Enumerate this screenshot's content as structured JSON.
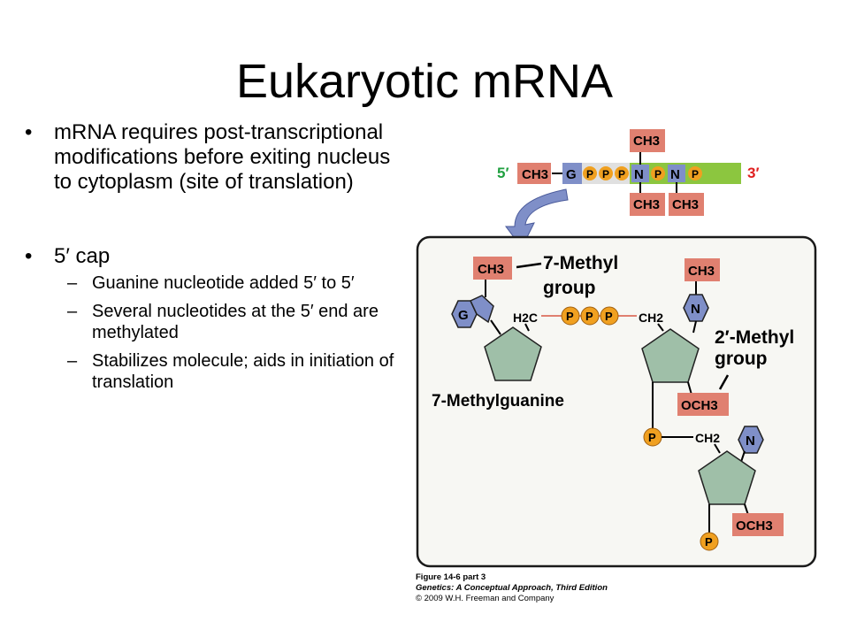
{
  "slide": {
    "title": "Eukaryotic mRNA",
    "bullets": [
      {
        "marker": "•",
        "text": "mRNA requires post-transcriptional modifications before exiting nucleus to cytoplasm (site of translation)"
      },
      {
        "marker": "•",
        "text": "5′ cap",
        "sub": [
          "Guanine nucleotide added 5′ to 5′",
          "Several nucleotides at the 5′ end are methylated",
          "Stabilizes molecule; aids in initiation of translation"
        ]
      }
    ],
    "sub_marker": "–"
  },
  "figure": {
    "strip": {
      "five_prime": "5′",
      "three_prime": "3′",
      "ch3": "CH3",
      "g": "G",
      "p": "P",
      "n": "N"
    },
    "labels": {
      "methyl_group_7_line1": "7-Methyl",
      "methyl_group_7_line2": "group",
      "methyl_group_2_line1": "2′-Methyl",
      "methyl_group_2_line2": "group",
      "methylguanine": "7-Methylguanine",
      "h2c": "H2C",
      "ch2": "CH2",
      "och3": "OCH3",
      "ch3": "CH3",
      "g": "G",
      "n": "N",
      "p": "P"
    },
    "caption": {
      "line1": "Figure 14-6 part 3",
      "line2": "Genetics: A Conceptual Approach, Third Edition",
      "line3": "© 2009 W.H. Freeman and Company"
    },
    "colors": {
      "ch3_box": "#e08070",
      "phosphate": "#f0a020",
      "guanine": "#7f8fc8",
      "sugar": "#9fbfa8",
      "strand": "#8cc63f",
      "five_prime": "#20a040",
      "three_prime": "#e02020"
    }
  }
}
